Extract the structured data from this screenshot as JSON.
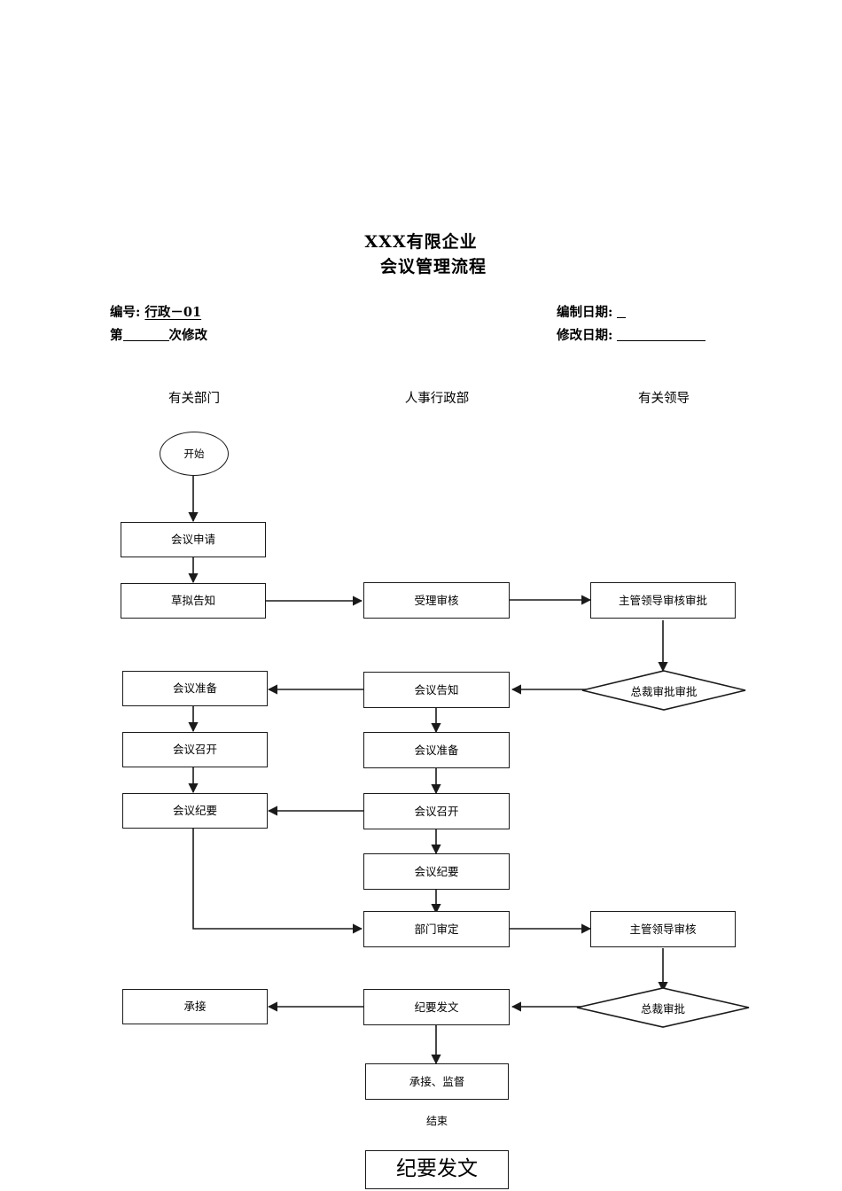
{
  "document": {
    "title_line1": "XXX有限企业",
    "title_line2": "会议管理流程",
    "meta": {
      "number_label": "编号:",
      "number_value": "行政－01",
      "revision_prefix": "第",
      "revision_suffix": "次修改",
      "created_date_label": "编制日期:",
      "created_date_value": "",
      "modified_date_label": "修改日期:",
      "modified_date_value": ""
    }
  },
  "lanes": [
    {
      "id": "dept",
      "label": "有关部门"
    },
    {
      "id": "hr",
      "label": "人事行政部"
    },
    {
      "id": "leader",
      "label": "有关领导"
    }
  ],
  "nodes": {
    "start": {
      "label": "开始",
      "shape": "ellipse",
      "lane": "dept"
    },
    "meeting_apply": {
      "label": "会议申请",
      "shape": "rect",
      "lane": "dept"
    },
    "draft_notice": {
      "label": "草拟告知",
      "shape": "rect",
      "lane": "dept"
    },
    "accept_review": {
      "label": "受理审核",
      "shape": "rect",
      "lane": "hr"
    },
    "mgr_review_appr": {
      "label": "主管领导审核审批",
      "shape": "rect",
      "lane": "leader"
    },
    "ceo_approve_1": {
      "label": "总裁审批审批",
      "shape": "diamond",
      "lane": "leader"
    },
    "meeting_notice": {
      "label": "会议告知",
      "shape": "rect",
      "lane": "hr"
    },
    "prepare_dept": {
      "label": "会议准备",
      "shape": "rect",
      "lane": "dept"
    },
    "prepare_hr": {
      "label": "会议准备",
      "shape": "rect",
      "lane": "hr"
    },
    "hold_dept": {
      "label": "会议召开",
      "shape": "rect",
      "lane": "dept"
    },
    "hold_hr": {
      "label": "会议召开",
      "shape": "rect",
      "lane": "hr"
    },
    "minutes_dept": {
      "label": "会议纪要",
      "shape": "rect",
      "lane": "dept"
    },
    "minutes_hr": {
      "label": "会议纪要",
      "shape": "rect",
      "lane": "hr"
    },
    "dept_finalize": {
      "label": "部门审定",
      "shape": "rect",
      "lane": "hr"
    },
    "mgr_review_2": {
      "label": "主管领导审核",
      "shape": "rect",
      "lane": "leader"
    },
    "ceo_approve_2": {
      "label": "总裁审批",
      "shape": "diamond",
      "lane": "leader"
    },
    "undertake": {
      "label": "承接",
      "shape": "rect",
      "lane": "dept"
    },
    "issue_minutes": {
      "label": "纪要发文",
      "shape": "rect",
      "lane": "hr"
    },
    "undertake_supervise": {
      "label": "承接、监督",
      "shape": "rect",
      "lane": "hr"
    },
    "end_label": {
      "label": "结束",
      "shape": "text",
      "lane": "hr"
    },
    "issue_minutes_big": {
      "label": "纪要发文",
      "shape": "rect-big",
      "lane": "hr"
    }
  },
  "colors": {
    "stroke": "#1a1a1a",
    "background": "#ffffff",
    "text": "#000000"
  }
}
